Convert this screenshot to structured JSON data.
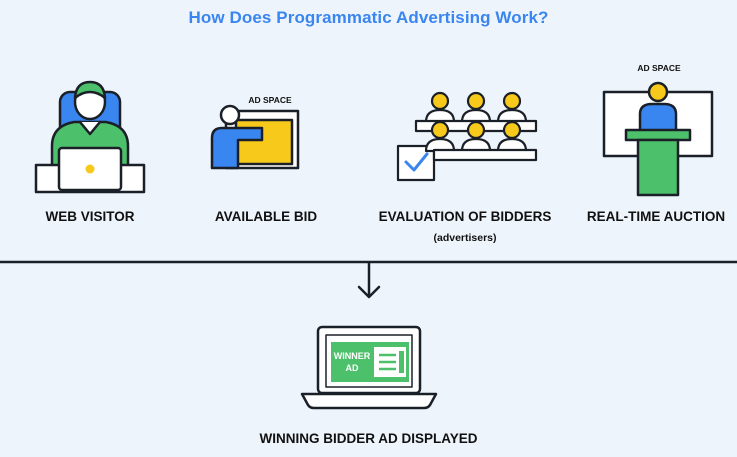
{
  "title": "How Does Programmatic Advertising Work?",
  "steps": [
    {
      "label": "WEB VISITOR"
    },
    {
      "label": "AVAILABLE BID",
      "sign_text": "AD SPACE"
    },
    {
      "label": "EVALUATION OF BIDDERS",
      "sublabel": "(advertisers)"
    },
    {
      "label": "REAL-TIME AUCTION",
      "sign_text": "AD SPACE"
    }
  ],
  "result": {
    "label": "WINNING BIDDER AD DISPLAYED",
    "screen_text_line1": "WINNER",
    "screen_text_line2": "AD"
  },
  "colors": {
    "title": "#3a86f0",
    "blue": "#3a86f0",
    "green": "#4cc06a",
    "yellow": "#f7c91b",
    "dark": "#1b2028",
    "background": "#eef4fb"
  }
}
